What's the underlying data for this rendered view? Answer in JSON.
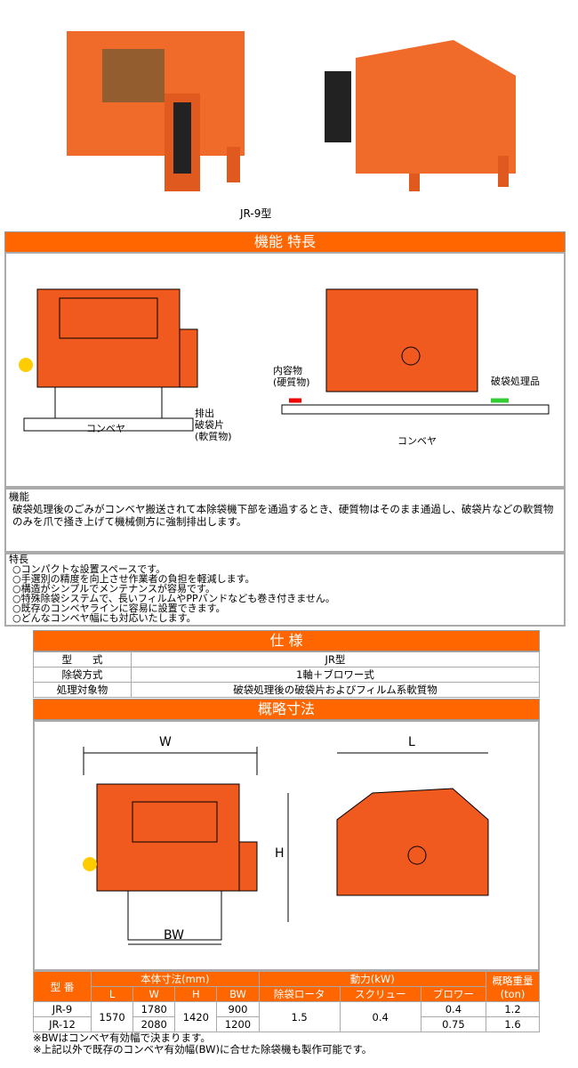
{
  "top": {
    "caption": "JR-9型"
  },
  "function_section": {
    "title": "機能 特長",
    "diagram_labels": {
      "hard": "内容物",
      "hard2": "(硬質物)",
      "processed": "破袋処理品",
      "conveyor_left": "コンベヤ",
      "conveyor_right": "コンベヤ",
      "discharge": "排出",
      "bag": "破袋片",
      "bag2": "(軟質物)"
    },
    "function_heading": "機能",
    "function_text": "破袋処理後のごみがコンベヤ搬送されて本除袋機下部を通過するとき、硬質物はそのまま通過し、破袋片などの軟質物のみを爪で掻き上げて機械側方に強制排出します。",
    "features_heading": "特長",
    "features": [
      "○コンパクトな設置スペースです。",
      "○手選別の精度を向上させ作業者の負担を軽減します。",
      "○構造がシンプルでメンテナンスが容易です。",
      "○特殊除袋システムで、長いフィルムやPPバンドなども巻き付きません。",
      "○既存のコンベヤラインに容易に設置できます。",
      "○どんなコンベヤ幅にも対応いたします。"
    ]
  },
  "spec": {
    "title": "仕 様",
    "rows": [
      [
        "型　　式",
        "JR型"
      ],
      [
        "除袋方式",
        "1軸＋ブロワー式"
      ],
      [
        "処理対象物",
        "破袋処理後の破袋片およびフィルム系軟質物"
      ]
    ]
  },
  "dims": {
    "title": "概略寸法",
    "labels": {
      "W": "W",
      "L": "L",
      "H": "H",
      "BW": "BW"
    },
    "table": {
      "model": "型 番",
      "body": "本体寸法(mm)",
      "power": "動力(kW)",
      "weight": "概略重量",
      "weight_unit": "(ton)",
      "sub": [
        "L",
        "W",
        "H",
        "BW",
        "除袋ロータ",
        "スクリュー",
        "ブロワー"
      ],
      "rows": [
        {
          "model": "JR-9",
          "W": "1780",
          "BW": "900",
          "blower": "0.4",
          "weight": "1.2"
        },
        {
          "model": "JR-12",
          "W": "2080",
          "BW": "1200",
          "blower": "0.75",
          "weight": "1.6"
        }
      ],
      "shared": {
        "L": "1570",
        "H": "1420",
        "rotor": "1.5",
        "screw": "0.4"
      }
    },
    "notes": [
      "※BWはコンベヤ有効幅で決まります。",
      "※上記以外で既存のコンベヤ有効幅(BW)に合せた除袋機も製作可能です。"
    ]
  },
  "colors": {
    "accent": "#ff6600",
    "machine": "#f05a1e"
  }
}
